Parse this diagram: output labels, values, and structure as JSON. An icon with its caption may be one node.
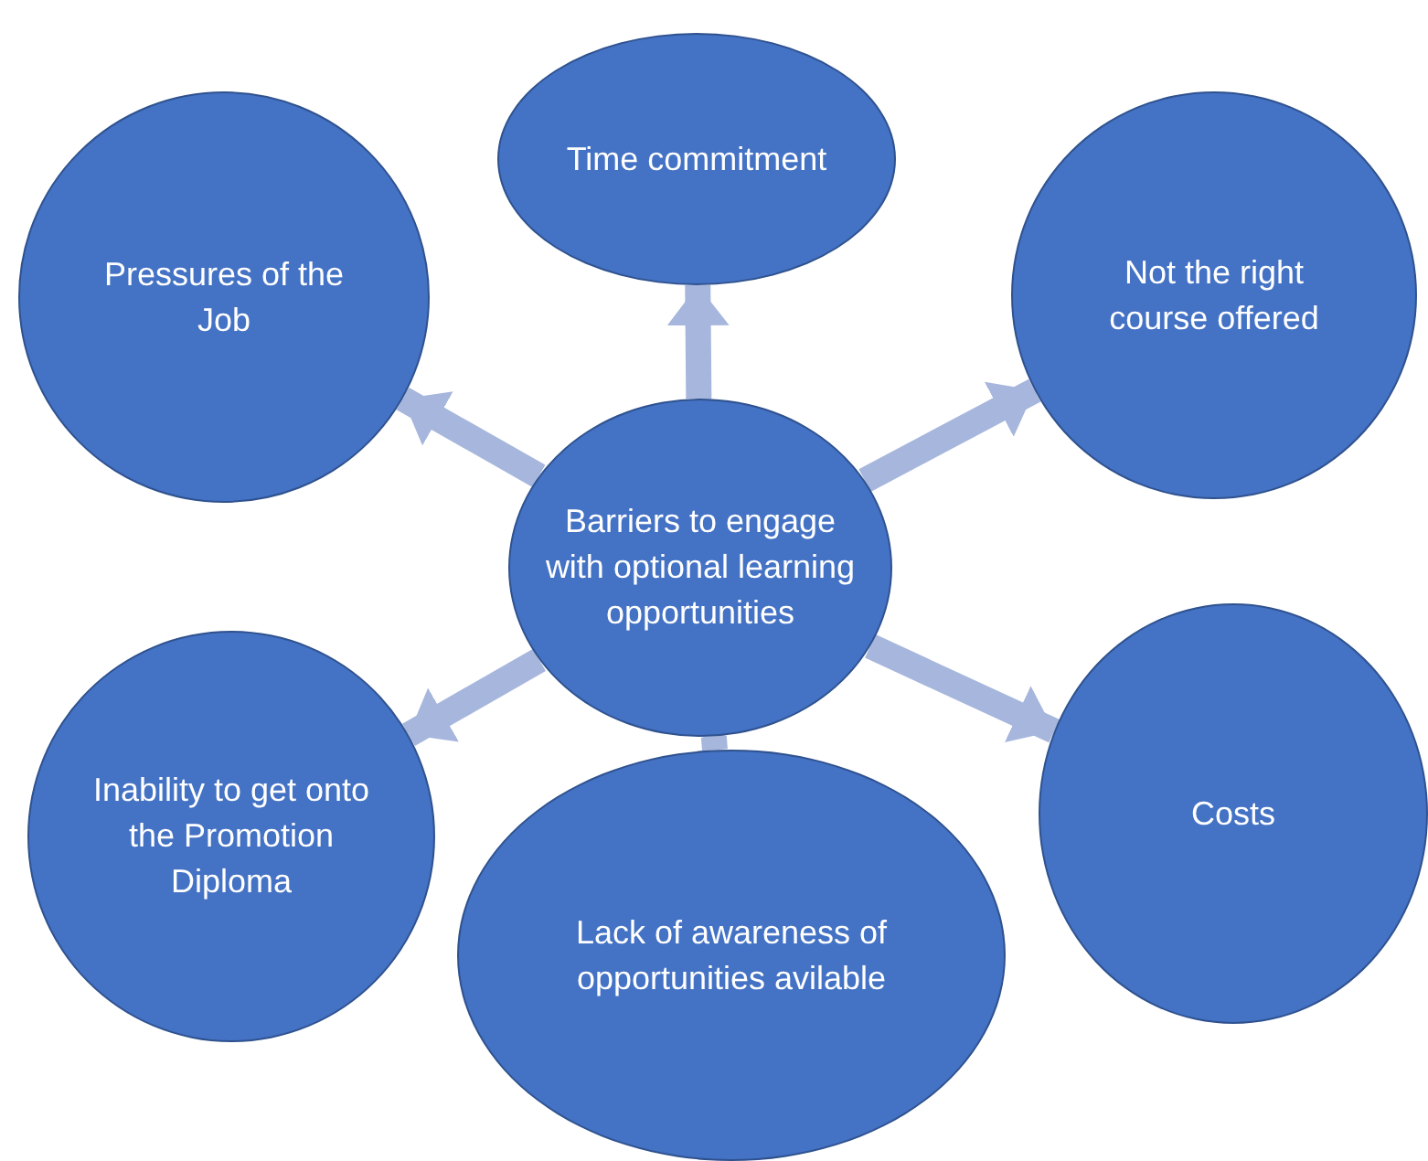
{
  "diagram": {
    "nodes": [
      {
        "text": [
          "Time commitment"
        ]
      },
      {
        "text": [
          "Pressures of the Job"
        ]
      },
      {
        "text": [
          "Not the right course offered"
        ]
      },
      {
        "text": [
          "Barriers to engage with optional learning opportunities"
        ]
      },
      {
        "text": [
          "Inability to get onto the Promotion Diploma"
        ]
      },
      {
        "text": [
          "Costs"
        ]
      },
      {
        "text": [
          "Lack of awareness of opportunities avilable"
        ]
      }
    ],
    "edges": [
      {
        "from": 3,
        "to": 0,
        "arrow": "to"
      },
      {
        "from": 3,
        "to": 1,
        "arrow": "to"
      },
      {
        "from": 3,
        "to": 2,
        "arrow": "to"
      },
      {
        "from": 3,
        "to": 4,
        "arrow": "to"
      },
      {
        "from": 3,
        "to": 5,
        "arrow": "to"
      },
      {
        "from": 3,
        "to": 6,
        "arrow": "to"
      }
    ]
  }
}
